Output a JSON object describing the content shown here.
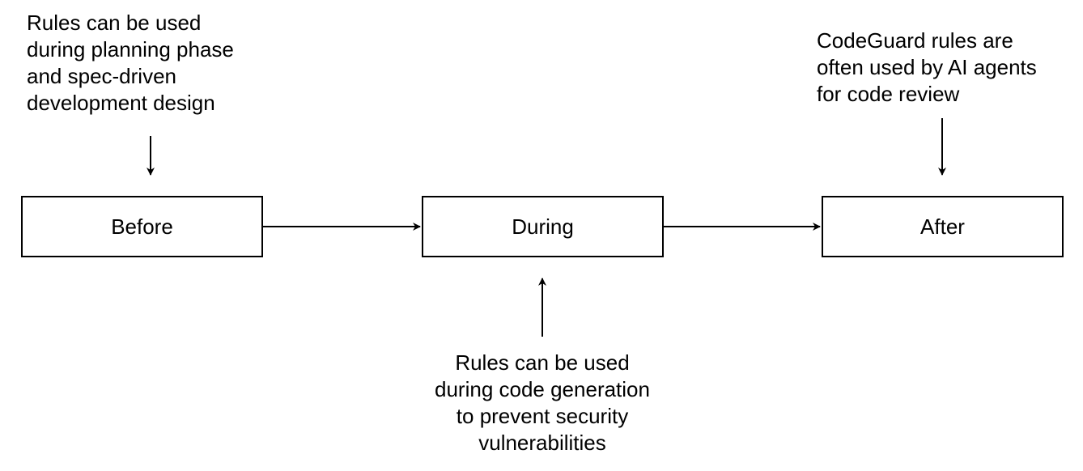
{
  "stages": {
    "before": "Before",
    "during": "During",
    "after": "After"
  },
  "notes": {
    "before": [
      "Rules can be used",
      "during planning phase",
      "and spec-driven",
      "development design"
    ],
    "during": [
      "Rules can be used",
      "during code generation",
      "to prevent security",
      "vulnerabilities"
    ],
    "after": [
      "CodeGuard rules are",
      "often used by AI agents",
      "for code review"
    ]
  },
  "colors": {
    "stroke": "#000000",
    "background": "#ffffff"
  }
}
